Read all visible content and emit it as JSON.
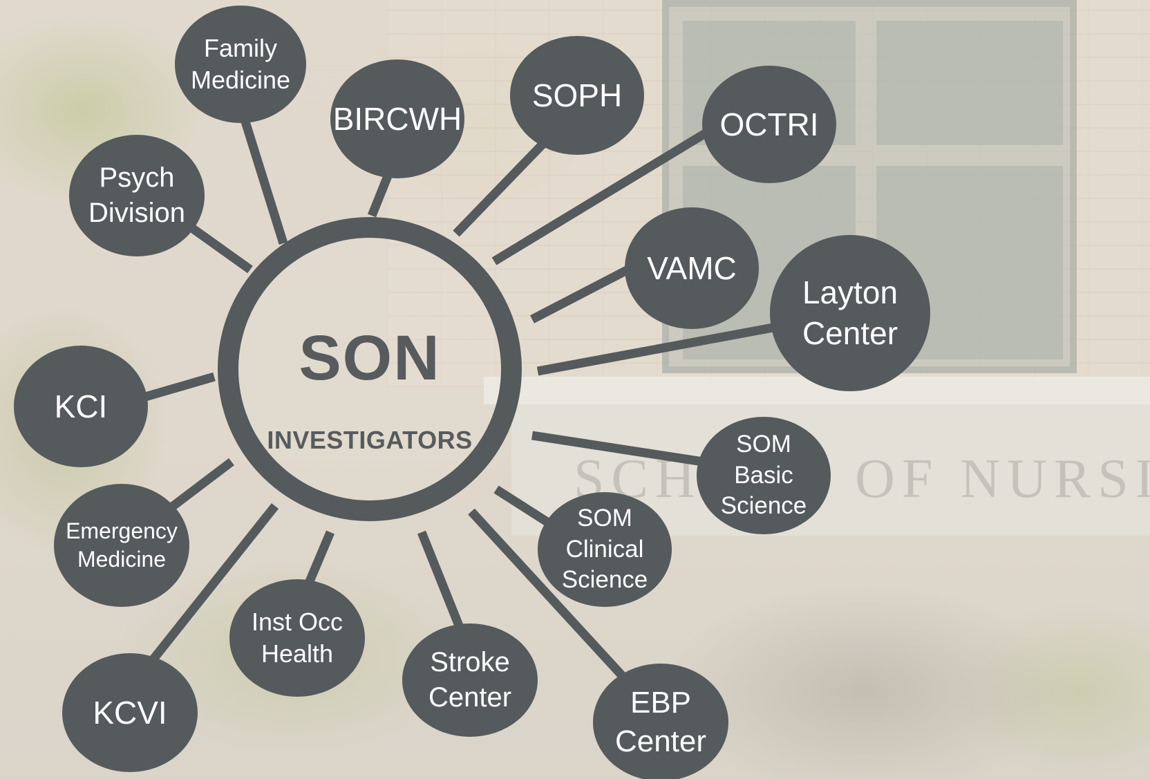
{
  "center": {
    "title": "SON",
    "subtitle": "INVESTIGATORS"
  },
  "background_sign": "SCHOOL OF NURSING",
  "colors": {
    "node_fill": "#555a5c",
    "node_text": "#ffffff",
    "hub_ring": "#555a5c",
    "hub_text": "#575b5d",
    "connector": "#555a5c"
  },
  "partners": [
    {
      "id": "family-medicine",
      "label": "Family\nMedicine"
    },
    {
      "id": "bircwh",
      "label": "BIRCWH"
    },
    {
      "id": "soph",
      "label": "SOPH"
    },
    {
      "id": "octri",
      "label": "OCTRI"
    },
    {
      "id": "psych-division",
      "label": "Psych\nDivision"
    },
    {
      "id": "vamc",
      "label": "VAMC"
    },
    {
      "id": "layton-center",
      "label": "Layton\nCenter"
    },
    {
      "id": "kci",
      "label": "KCI"
    },
    {
      "id": "som-basic-science",
      "label": "SOM\nBasic\nScience"
    },
    {
      "id": "emergency-medicine",
      "label": "Emergency\nMedicine"
    },
    {
      "id": "som-clinical-science",
      "label": "SOM\nClinical\nScience"
    },
    {
      "id": "inst-occ-health",
      "label": "Inst Occ\nHealth"
    },
    {
      "id": "stroke-center",
      "label": "Stroke\nCenter"
    },
    {
      "id": "ebp-center",
      "label": "EBP\nCenter"
    },
    {
      "id": "kcvi",
      "label": "KCVI"
    }
  ]
}
